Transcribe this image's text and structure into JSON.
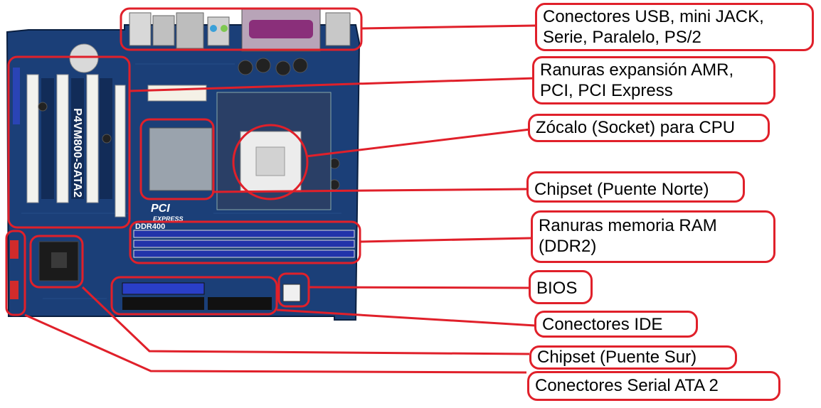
{
  "colors": {
    "annotation_red": "#e0202a",
    "board_blue": "#1b3f78",
    "ram_slot_blue": "#2233aa",
    "ide_blue": "#2a3fc7",
    "pcb_dark": "#0e2a55"
  },
  "board": {
    "model_text": "P4VM800-SATA2",
    "ddr_text": "DDR400",
    "pci_text": "PCI",
    "express_text": "EXPRESS"
  },
  "labels": [
    {
      "id": "io",
      "text": "Conectores USB, mini JACK,\nSerie, Paralelo, PS/2"
    },
    {
      "id": "slots",
      "text": "Ranuras expansión AMR,\nPCI, PCI Express"
    },
    {
      "id": "socket",
      "text": "Zócalo (Socket) para CPU"
    },
    {
      "id": "northbridge",
      "text": "Chipset (Puente Norte)"
    },
    {
      "id": "ram",
      "text": "Ranuras memoria RAM\n(DDR2)"
    },
    {
      "id": "bios",
      "text": "BIOS"
    },
    {
      "id": "ide",
      "text": "Conectores IDE"
    },
    {
      "id": "southbridge",
      "text": "Chipset (Puente Sur)"
    },
    {
      "id": "sata",
      "text": "Conectores Serial ATA 2"
    }
  ]
}
